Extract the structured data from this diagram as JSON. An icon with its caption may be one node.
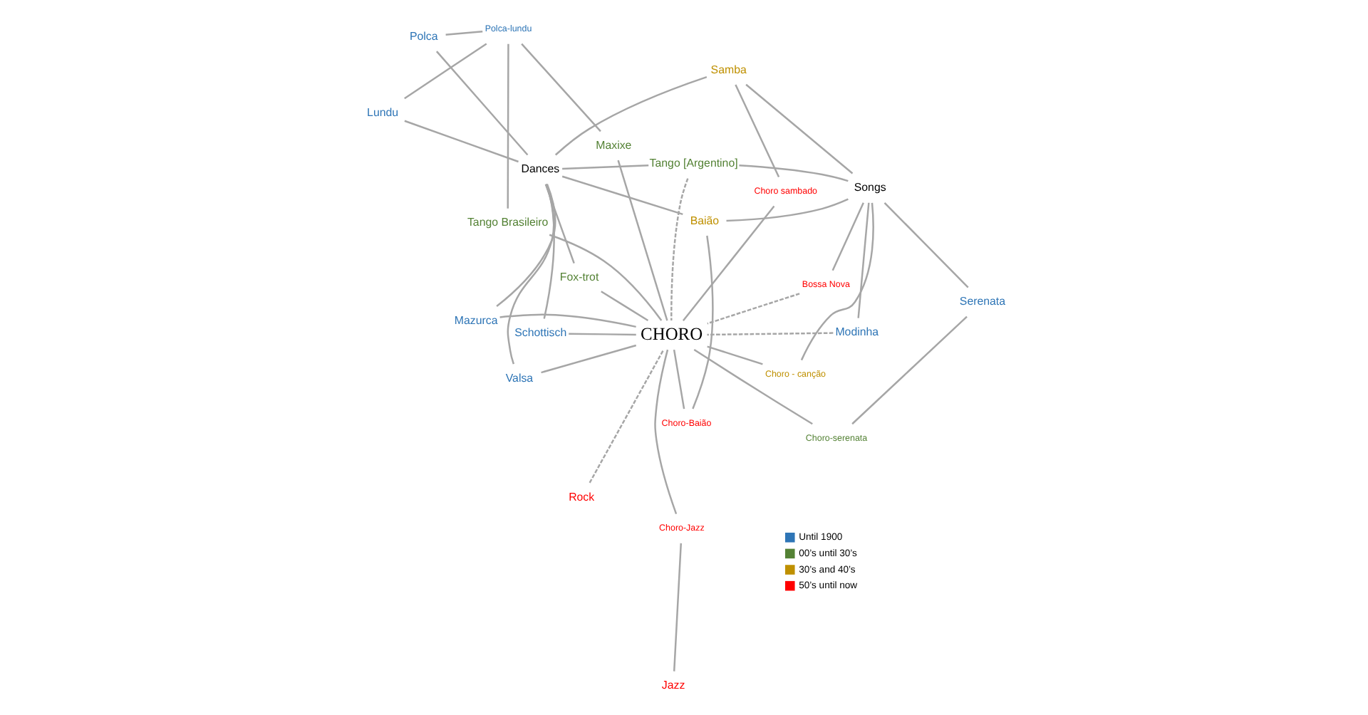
{
  "diagram": {
    "nodes": [
      {
        "text": [
          "Tango [Argentino]"
        ]
      },
      {
        "text": [
          "Serenata"
        ]
      },
      {
        "text": [
          "Rock"
        ]
      },
      {
        "text": [
          "Jazz"
        ]
      },
      {
        "text": [
          "Modinha"
        ]
      },
      {
        "text": [
          "Choro-serenata"
        ]
      },
      {
        "text": [
          "Choro-Jazz"
        ]
      },
      {
        "text": [
          "Schottisch"
        ]
      },
      {
        "text": [
          "Mazurca"
        ]
      },
      {
        "text": [
          "Songs"
        ]
      },
      {
        "text": [
          "Dances"
        ]
      },
      {
        "text": [
          "Fox-trot"
        ]
      },
      {
        "text": [
          "Choro - canção"
        ]
      },
      {
        "text": [
          "CHORO"
        ]
      },
      {
        "text": [
          "Tango Brasileiro"
        ]
      },
      {
        "text": [
          "Polca-lundu"
        ]
      },
      {
        "text": [
          "Maxixe"
        ]
      },
      {
        "text": [
          "Polca"
        ]
      },
      {
        "text": [
          "Bossa Nova"
        ]
      },
      {
        "text": [
          "Lundu"
        ]
      },
      {
        "text": [
          "Choro-Baião"
        ]
      },
      {
        "text": [
          "Choro sambado"
        ]
      },
      {
        "text": [
          "Valsa"
        ]
      },
      {
        "text": [
          "Samba"
        ]
      },
      {
        "text": [
          "Baião"
        ]
      }
    ],
    "edges": [
      {
        "from": 0,
        "to": 13,
        "arrow": "none",
        "style": "dashed"
      },
      {
        "from": 2,
        "to": 13,
        "arrow": "none",
        "style": "dashed"
      },
      {
        "from": 3,
        "to": 6,
        "arrow": "none"
      },
      {
        "from": 6,
        "to": 13,
        "arrow": "none"
      },
      {
        "from": 1,
        "to": 5,
        "arrow": "none"
      },
      {
        "from": 5,
        "to": 13,
        "arrow": "none"
      },
      {
        "from": 4,
        "to": 13,
        "arrow": "none",
        "style": "dashed"
      },
      {
        "from": 7,
        "to": 13,
        "arrow": "none"
      },
      {
        "from": 8,
        "to": 13,
        "arrow": "none"
      },
      {
        "from": 11,
        "to": 13,
        "arrow": "none"
      },
      {
        "from": 14,
        "to": 13,
        "arrow": "none"
      },
      {
        "from": 16,
        "to": 13,
        "arrow": "none"
      },
      {
        "from": 22,
        "to": 13,
        "arrow": "none"
      },
      {
        "from": 9,
        "to": 12,
        "arrow": "none"
      },
      {
        "from": 12,
        "to": 13,
        "arrow": "none"
      },
      {
        "from": 9,
        "to": 18,
        "arrow": "none"
      },
      {
        "from": 18,
        "to": 13,
        "arrow": "none",
        "style": "dashed"
      },
      {
        "from": 9,
        "to": 4,
        "arrow": "none"
      },
      {
        "from": 9,
        "to": 1,
        "arrow": "none"
      },
      {
        "from": 9,
        "to": 0,
        "arrow": "none"
      },
      {
        "from": 9,
        "to": 23,
        "arrow": "none"
      },
      {
        "from": 9,
        "to": 24,
        "arrow": "none"
      },
      {
        "from": 13,
        "to": 20,
        "arrow": "none"
      },
      {
        "from": 20,
        "to": 24,
        "arrow": "none"
      },
      {
        "from": 13,
        "to": 21,
        "arrow": "none"
      },
      {
        "from": 21,
        "to": 23,
        "arrow": "none"
      },
      {
        "from": 14,
        "to": 15,
        "arrow": "none"
      },
      {
        "from": 16,
        "to": 15,
        "arrow": "none"
      },
      {
        "from": 15,
        "to": 17,
        "arrow": "none"
      },
      {
        "from": 15,
        "to": 19,
        "arrow": "none"
      },
      {
        "from": 0,
        "to": 10,
        "arrow": "none"
      },
      {
        "from": 7,
        "to": 10,
        "arrow": "none"
      },
      {
        "from": 8,
        "to": 10,
        "arrow": "none"
      },
      {
        "from": 11,
        "to": 10,
        "arrow": "none"
      },
      {
        "from": 17,
        "to": 10,
        "arrow": "none"
      },
      {
        "from": 19,
        "to": 10,
        "arrow": "none"
      },
      {
        "from": 22,
        "to": 10,
        "arrow": "none"
      },
      {
        "from": 23,
        "to": 10,
        "arrow": "none"
      },
      {
        "from": 24,
        "to": 10,
        "arrow": "none"
      }
    ],
    "legend": [
      {
        "text": "Until 1900",
        "color": "#2e75b6"
      },
      {
        "text": "00’s until 30’s",
        "color": "#548235"
      },
      {
        "text": "30’s and 40’s",
        "color": "#bf9000"
      },
      {
        "text": "50’s until now",
        "color": "#ff0000"
      }
    ]
  }
}
